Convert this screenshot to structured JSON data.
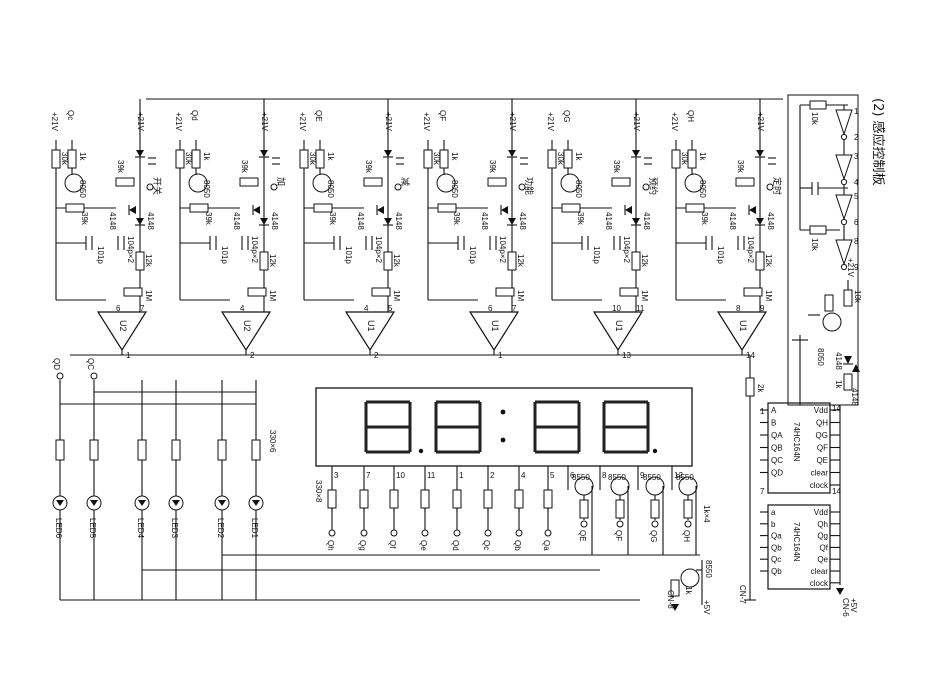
{
  "title": "(2) 感应控制板",
  "sensor_channels": [
    {
      "q": "Qc",
      "func": "开关",
      "op": "U2",
      "pin_in": "6",
      "pin_b": "7",
      "pin_out": "1"
    },
    {
      "q": "Qd",
      "func": "加",
      "op": "U2",
      "pin_in": "4",
      "pin_b": "",
      "pin_out": "2"
    },
    {
      "q": "QE",
      "func": "减",
      "op": "U1",
      "pin_in": "4",
      "pin_b": "5",
      "pin_out": "2"
    },
    {
      "q": "QF",
      "func": "功能",
      "op": "U1",
      "pin_in": "6",
      "pin_b": "7",
      "pin_out": "1"
    },
    {
      "q": "QG",
      "func": "预约",
      "op": "U1",
      "pin_in": "10",
      "pin_b": "11",
      "pin_out": "13"
    },
    {
      "q": "QH",
      "func": "定时",
      "op": "U1",
      "pin_in": "8",
      "pin_b": "9",
      "pin_out": "14"
    }
  ],
  "components": {
    "supply": "+21V",
    "r_30k": "30k",
    "r_1k": "1k",
    "r_39k": "39k",
    "r_12k": "12k",
    "r_1m": "1M",
    "cap_104p": "104p×2",
    "cap_101p": "101p",
    "diode": "4148",
    "transistor": "8050",
    "r_2k": "2k",
    "r_10k": "10k",
    "r_330x6": "330×6",
    "r_330x8": "330×8",
    "r_1kx4": "1k×4",
    "pnp": "8550",
    "plus5": "+5V"
  },
  "inverter_pins": [
    "1",
    "2",
    "3",
    "4",
    "5",
    "6",
    "8",
    "9"
  ],
  "leds": [
    "LED6",
    "LED5",
    "LED4",
    "LED3",
    "LED2",
    "LED1"
  ],
  "led_inputs": [
    "QD",
    "QC"
  ],
  "display_pins": [
    "3",
    "7",
    "10",
    "11",
    "1",
    "2",
    "4",
    "5",
    "6",
    "8",
    "9",
    "12"
  ],
  "segment_outputs": [
    "Qh",
    "Qg",
    "Qf",
    "Qe",
    "Qd",
    "Qc",
    "Qb",
    "Qa"
  ],
  "digit_outputs": [
    "QE",
    "QF",
    "QG",
    "QH"
  ],
  "connectors": [
    "CN-8",
    "CN-7",
    "CN-6"
  ],
  "shift_reg_1": {
    "name": "74HC164N",
    "left": [
      "A",
      "B",
      "QA",
      "QB",
      "QC",
      "QD"
    ],
    "right": [
      "Vdd",
      "QH",
      "QG",
      "QF",
      "QE",
      "clear",
      "clock"
    ],
    "pin_l": "1",
    "pin_r": "14"
  },
  "shift_reg_2": {
    "name": "74HC164N",
    "left": [
      "a",
      "b",
      "Qa",
      "Qb",
      "Qc",
      "Qb"
    ],
    "right": [
      "Vdd",
      "Qh",
      "Qg",
      "Qf",
      "Qe",
      "clear",
      "clock"
    ],
    "pin_l": "7",
    "pin_r": "14"
  }
}
